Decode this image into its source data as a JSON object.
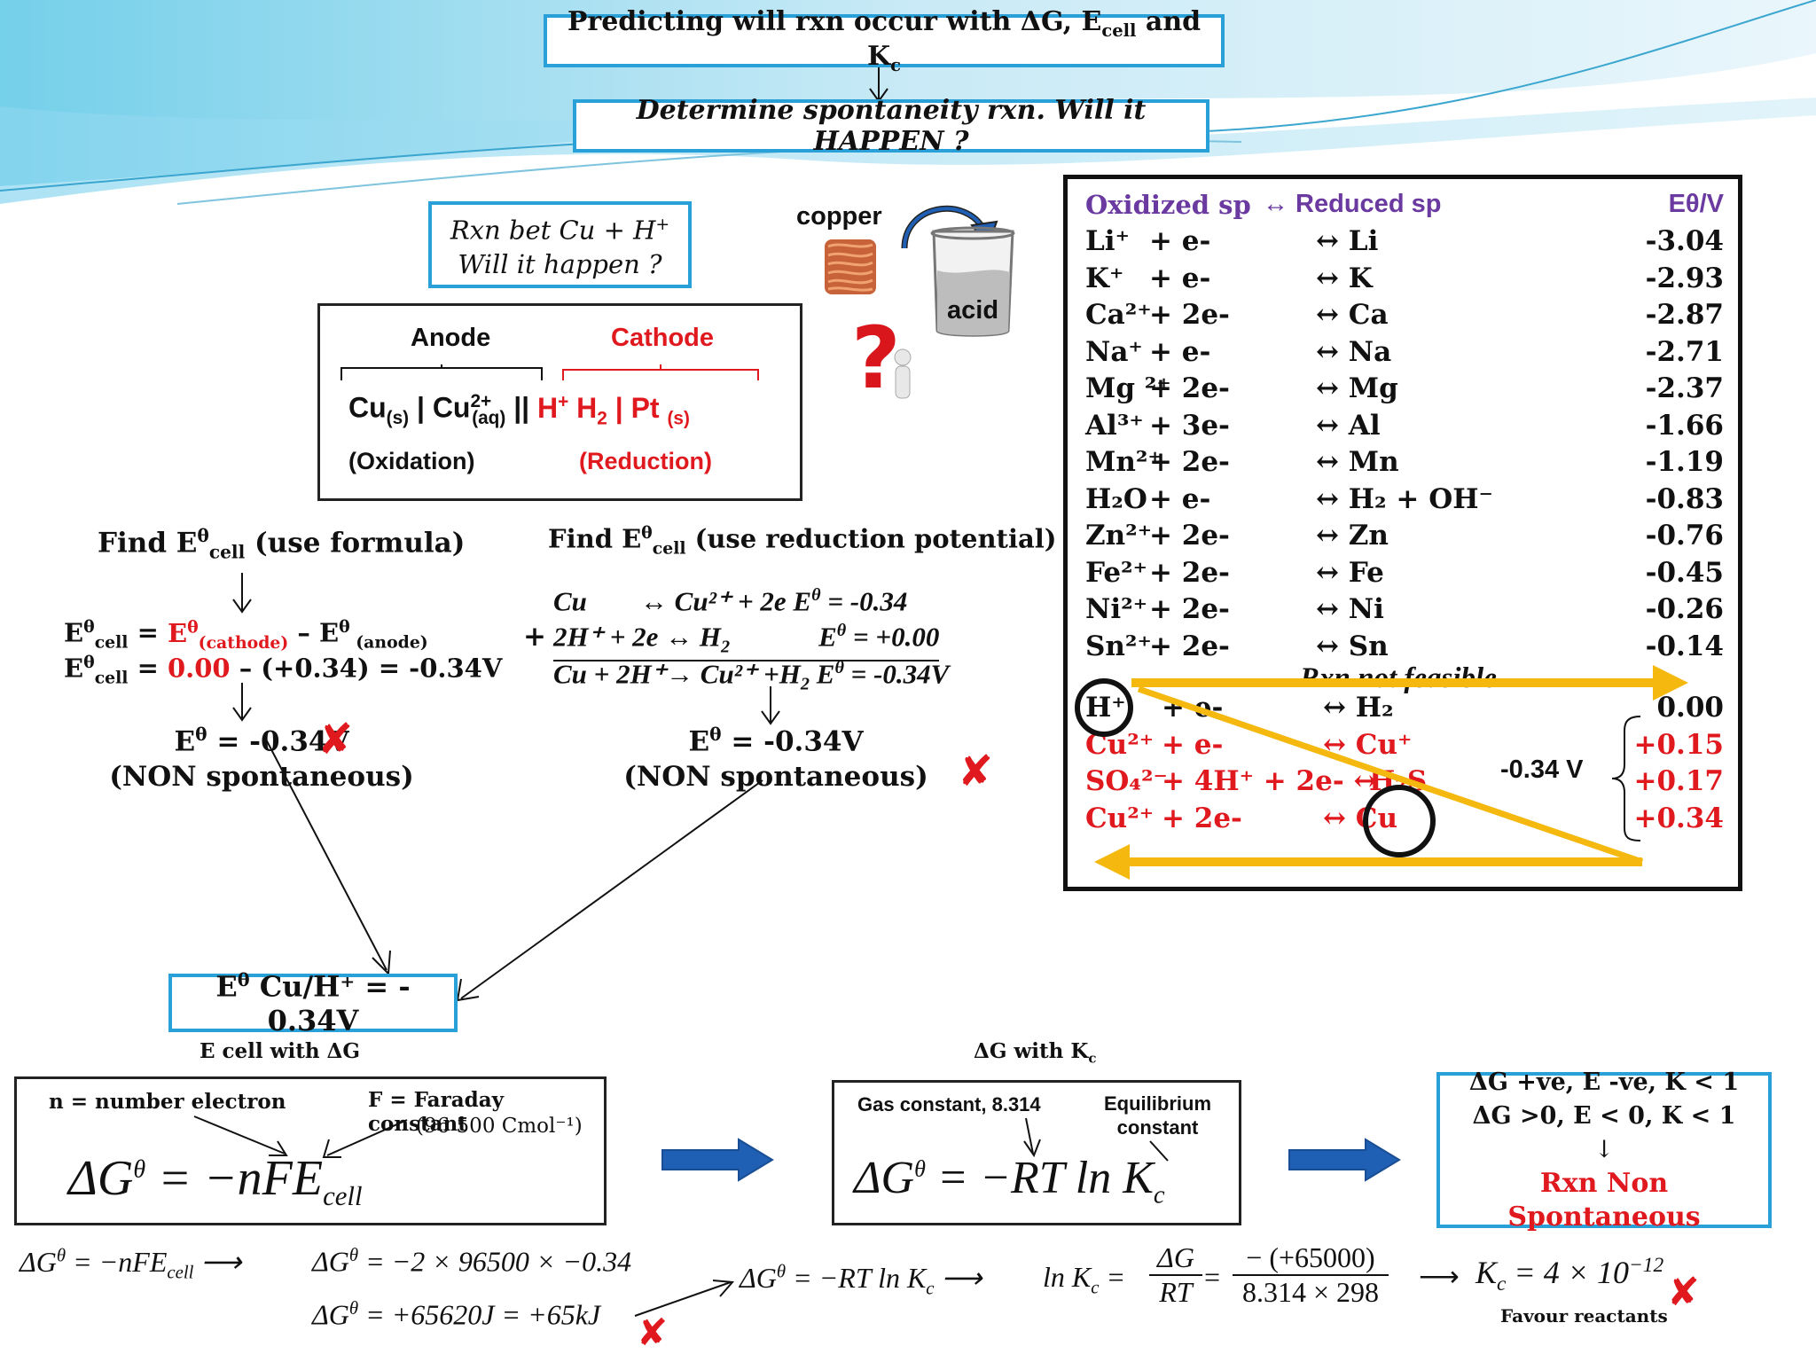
{
  "header": {
    "title": "Predicting will rxn occur with ΔG, E cell and Kc",
    "title_main": "Predicting will rxn occur with ΔG, E",
    "title_sub": "cell",
    "title_and": " and K",
    "title_c": "c",
    "subtitle": "Determine spontaneity rxn. Will it HAPPEN ?"
  },
  "question": {
    "line1": "Rxn bet Cu + H",
    "line1_sup": "+",
    "line2": "Will it happen ?",
    "copper_label": "copper",
    "acid_label": "acid"
  },
  "cell_notation": {
    "anode": "Anode",
    "cathode": "Cathode",
    "cu": "Cu",
    "s": "(s)",
    "cu2": " | Cu",
    "cu2_sup": "2+",
    "aq": "(aq)",
    "bars": " ||",
    "h": " H",
    "h_sup": "+",
    "h2": " H",
    "h2_sub": "2",
    "pt": " | Pt ",
    "pt_sub": "(s)",
    "oxidation": "(Oxidation)",
    "reduction": "(Reduction)"
  },
  "formula_method": {
    "heading": "Find E",
    "theta": "θ",
    "cell": "cell",
    "heading_rest": " (use formula)",
    "line1_a": "E",
    "line1_cell": "cell",
    "line1_eq": " = ",
    "line1_ecat": "E",
    "line1_cathode": "(cathode)",
    "line1_minus": " – E",
    "line1_anode": " (anode)",
    "line2_a": "E",
    "line2_cell": "cell",
    "line2_eq": " = ",
    "line2_zero": "0.00",
    "line2_rest": " – (+0.34) = -0.34V",
    "result": "E",
    "result_val": " = -0.34V",
    "result_note": "(NON spontaneous)"
  },
  "reduction_method": {
    "heading": "Find E",
    "heading_rest": " (use reduction potential)",
    "r1_left": "Cu",
    "r1_arrow": "↔",
    "r1_right": "Cu²⁺ + 2e",
    "r1_e": "E",
    "r1_val": " = -0.34",
    "plus": "+",
    "r2_left": "2H⁺ + 2e ↔ H",
    "r2_sub": "2",
    "r2_e": "E",
    "r2_val": " = +0.00",
    "r3_left": "Cu + 2H⁺→ Cu²⁺ +H",
    "r3_sub": "2",
    "r3_e": " E",
    "r3_val": " = -0.34V",
    "result": "E",
    "result_val": " = -0.34V",
    "result_note": "(NON spontaneous)"
  },
  "table": {
    "col_ox": "Oxidized sp",
    "col_red": "↔ Reduced sp",
    "col_e": "Eθ/V",
    "rows": [
      {
        "ox": "Li⁺",
        "e": "+ e-",
        "red": "↔  Li",
        "v": "-3.04"
      },
      {
        "ox": "K⁺",
        "e": "+ e-",
        "red": "↔  K",
        "v": "-2.93"
      },
      {
        "ox": "Ca²⁺",
        "e": "+ 2e-",
        "red": "↔  Ca",
        "v": "-2.87"
      },
      {
        "ox": "Na⁺",
        "e": "+ e-",
        "red": "↔  Na",
        "v": "-2.71"
      },
      {
        "ox": "Mg ²⁺",
        "e": "+ 2e-",
        "red": "↔  Mg",
        "v": "-2.37"
      },
      {
        "ox": "Al³⁺",
        "e": "+ 3e-",
        "red": "↔  Al",
        "v": "-1.66"
      },
      {
        "ox": "Mn²⁺",
        "e": "+ 2e-",
        "red": "↔  Mn",
        "v": "-1.19"
      },
      {
        "ox": "H₂O",
        "e": "+ e-",
        "red": "↔ H₂ + OH⁻",
        "v": "-0.83"
      },
      {
        "ox": "Zn²⁺",
        "e": "+ 2e-",
        "red": "↔  Zn",
        "v": "-0.76"
      },
      {
        "ox": "Fe²⁺",
        "e": "+ 2e-",
        "red": "↔  Fe",
        "v": "-0.45"
      },
      {
        "ox": "Ni²⁺",
        "e": "+ 2e-",
        "red": "↔  Ni",
        "v": "-0.26"
      },
      {
        "ox": "Sn²⁺",
        "e": "+ 2e-",
        "red": "↔ Sn",
        "v": "-0.14"
      }
    ],
    "not_feasible": "Rxn not feasible",
    "red_rows": [
      {
        "ox": "H⁺",
        "e": "+ e-",
        "red": "↔ H₂",
        "v": "0.00"
      },
      {
        "ox": "Cu²⁺",
        "e": "+ e-",
        "red": "↔ Cu⁺",
        "v": "+0.15"
      },
      {
        "ox": "SO₄²⁻",
        "e": "+ 4H⁺ + 2e- ↔",
        "red": "H₂S",
        "v": "+0.17"
      },
      {
        "ox": "Cu²⁺",
        "e": "+ 2e-",
        "red": "↔ Cu",
        "v": "+0.34"
      }
    ],
    "diff_label": "-0.34 V"
  },
  "result_box": {
    "label": "E",
    "text": " Cu/H⁺ = - 0.34V"
  },
  "ecell_dg": {
    "caption": "E cell with ΔG",
    "n_label": "n = number electron",
    "f_label": "F = Faraday constant",
    "f_value": "(96 500 Cmol⁻¹)",
    "eq_left": "ΔG",
    "eq_right": " = −nFE",
    "eq_sub": "cell"
  },
  "dg_k": {
    "caption": "ΔG with K",
    "caption_sub": "c",
    "gas_label": "Gas constant, 8.314",
    "eq_label1": "Equilibrium",
    "eq_label2": "constant",
    "eq_left": "ΔG",
    "eq_right": " = −RT ln K",
    "eq_sub": "c"
  },
  "conclusion": {
    "line1": "ΔG +ve, E -ve, K < 1",
    "line2": "ΔG >0, E < 0, K < 1",
    "arrow": "↓",
    "line3": "Rxn Non Spontaneous"
  },
  "calc": {
    "a1": "ΔG",
    "a1_rest": " = −nFE",
    "a1_sub": "cell",
    "arrow": "⟶",
    "b1": "ΔG",
    "b1_rest": " = −2 × 96500 × −0.34",
    "b2": "ΔG",
    "b2_rest": " = +65620J = +65kJ",
    "c1": "ΔG",
    "c1_rest": " = −RT ln K",
    "c1_sub": "c",
    "d1": "ln K",
    "d1_sub": "c",
    "d1_eq": " = ",
    "frac1_num": "ΔG",
    "frac1_den": "RT",
    "eq2": " = ",
    "frac2_num": "− (+65000)",
    "frac2_den": "8.314 × 298",
    "e1": "K",
    "e1_sub": "c",
    "e1_rest": " = 4 × 10",
    "e1_exp": "−12",
    "favour": "Favour reactants"
  },
  "colors": {
    "box_blue": "#2aa0d8",
    "red": "#e0191f",
    "purple": "#6b3aa0",
    "arrow_yellow": "#f5b80e",
    "arrow_blue": "#1f5fb4"
  }
}
